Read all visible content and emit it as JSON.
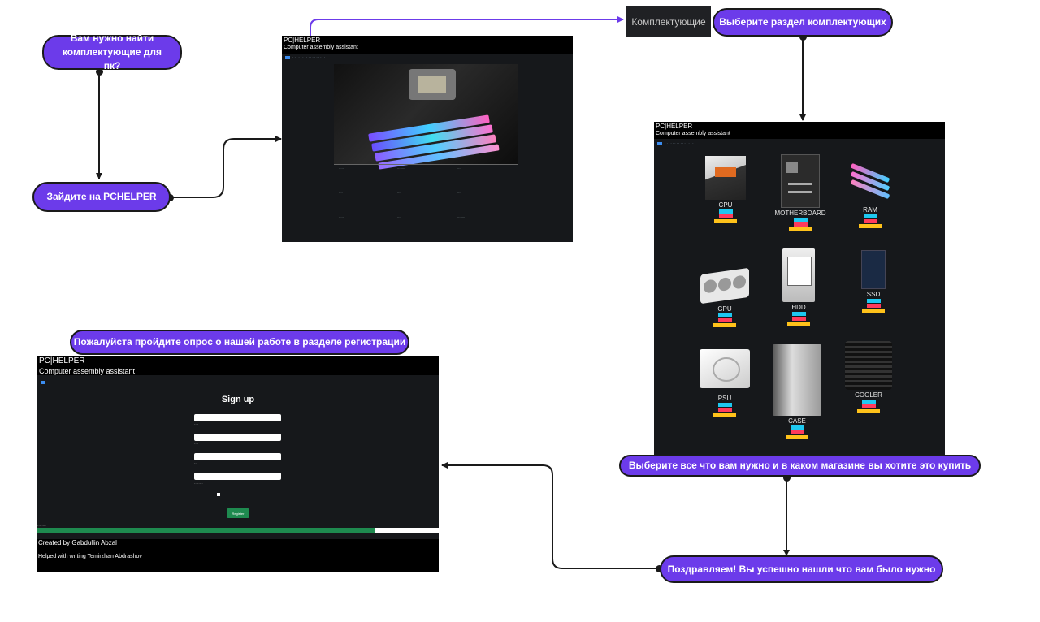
{
  "steps": {
    "need_parts": "Вам нужно найти комплектующие для пк?",
    "visit": "Зайдите на PCHELPER",
    "choose_section": "Выберите раздел комплектующих",
    "select_store": "Выберите все что вам нужно и в каком магазине вы хотите это купить",
    "congrats": "Поздравляем! Вы успешно нашли что вам было нужно",
    "survey": "Пожалуйста пройдите опрос о нашей работе в разделе регистрации"
  },
  "components_tab": "Комплектующие",
  "site": {
    "brand": "PC|HELPER",
    "subtitle": "Computer assembly assistant"
  },
  "parts": {
    "cpu": "CPU",
    "motherboard": "MOTHERBOARD",
    "ram": "RAM",
    "gpu": "GPU",
    "hdd": "HDD",
    "ssd": "SSD",
    "psu": "PSU",
    "cooler": "COOLER",
    "case": "CASE"
  },
  "signup": {
    "title": "Sign up",
    "register": "Register",
    "created_by": "Created by Gabdullin Abzal",
    "helped_by": "Helped with writing Temirzhan Abdrashov"
  },
  "colors": {
    "step_fill": "#6c3bea",
    "edge_dark": "#1a1a1a",
    "edge_purple": "#6c3bea",
    "screen_bg": "#16181b",
    "progress": "#1e8a4f"
  }
}
